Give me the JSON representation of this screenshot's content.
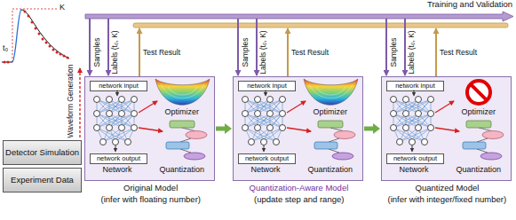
{
  "diagram": {
    "nodes": [
      {
        "text": [
          "Detector Simulation"
        ]
      },
      {
        "text": [
          "Experiment Data"
        ]
      },
      {
        "text": [
          "Original Model",
          "(infer with floating number)"
        ]
      },
      {
        "text": [
          "network input"
        ],
        "in": 2
      },
      {
        "text": [
          "network output"
        ],
        "in": 2
      },
      {
        "text": [
          "Quantization-Aware Model",
          "(update step and range)"
        ]
      },
      {
        "text": [
          "network input"
        ],
        "in": 5
      },
      {
        "text": [
          "network output"
        ],
        "in": 5
      },
      {
        "text": [
          "Quantized Model",
          "(infer with integer/fixed number)"
        ]
      },
      {
        "text": [
          "network input"
        ],
        "in": 8
      },
      {
        "text": [
          "network output"
        ],
        "in": 8
      }
    ],
    "edges": [
      {
        "from": 2,
        "to": 5,
        "arrow": "to"
      },
      {
        "from": 5,
        "to": 8,
        "arrow": "to"
      }
    ],
    "labels": [
      "K",
      "t₀",
      "Waveform Generation",
      "Training and Validation",
      "Samples",
      "Labels (t₀, K)",
      "Test Result",
      "Optimizer",
      "Network",
      "Quantization",
      "Samples",
      "Labels (t₀, K)",
      "Test Result",
      "Optimizer",
      "Network",
      "Quantization",
      "Samples",
      "Labels (t₀, K)",
      "Test Result",
      "Optimizer",
      "Network",
      "Quantization"
    ]
  }
}
